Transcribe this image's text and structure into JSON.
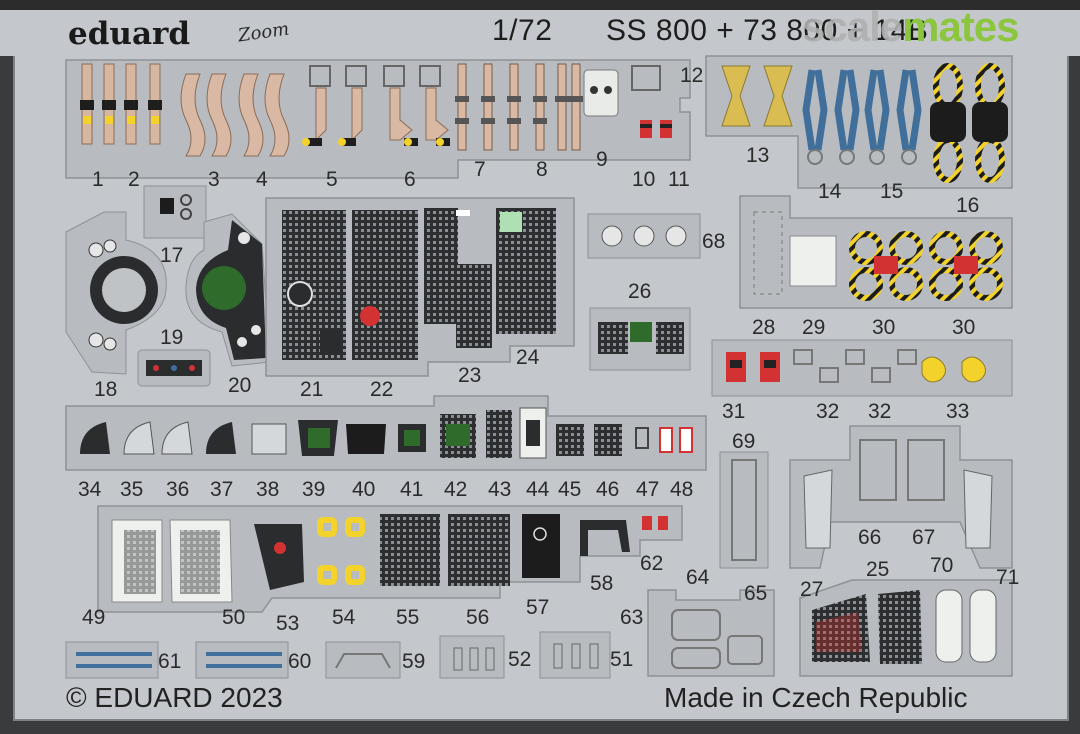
{
  "header": {
    "brand": "eduard",
    "subbrand": "Zoom",
    "scale": "1/72",
    "set_code": "SS 800 + 73 800 + 14B"
  },
  "watermark": {
    "part1": "scale",
    "part2": "mates"
  },
  "footer": {
    "copyright": "© EDUARD 2023",
    "origin": "Made in Czech Republic"
  },
  "part_numbers": [
    "1",
    "2",
    "3",
    "4",
    "5",
    "6",
    "7",
    "8",
    "9",
    "10",
    "11",
    "12",
    "13",
    "14",
    "15",
    "16",
    "17",
    "18",
    "19",
    "20",
    "21",
    "22",
    "23",
    "24",
    "25",
    "26",
    "27",
    "28",
    "29",
    "30",
    "30",
    "31",
    "32",
    "32",
    "33",
    "34",
    "35",
    "36",
    "37",
    "38",
    "39",
    "40",
    "41",
    "42",
    "43",
    "44",
    "45",
    "46",
    "47",
    "48",
    "49",
    "50",
    "51",
    "52",
    "53",
    "54",
    "55",
    "56",
    "57",
    "58",
    "59",
    "60",
    "61",
    "62",
    "63",
    "64",
    "65",
    "66",
    "67",
    "68",
    "69",
    "70",
    "71"
  ],
  "colors": {
    "fret": "#c4c8cc",
    "fret_edge": "#8e9296",
    "panel_dark": "#2a2c2e",
    "belt_tan": "#d9b8a4",
    "belt_yellow": "#d9bd52",
    "belt_blue": "#3f6f9a",
    "warning_yellow": "#f2d22b",
    "gauge_green": "#2f6b2a",
    "red": "#d23232",
    "watermark_green": "#8cc63f"
  }
}
